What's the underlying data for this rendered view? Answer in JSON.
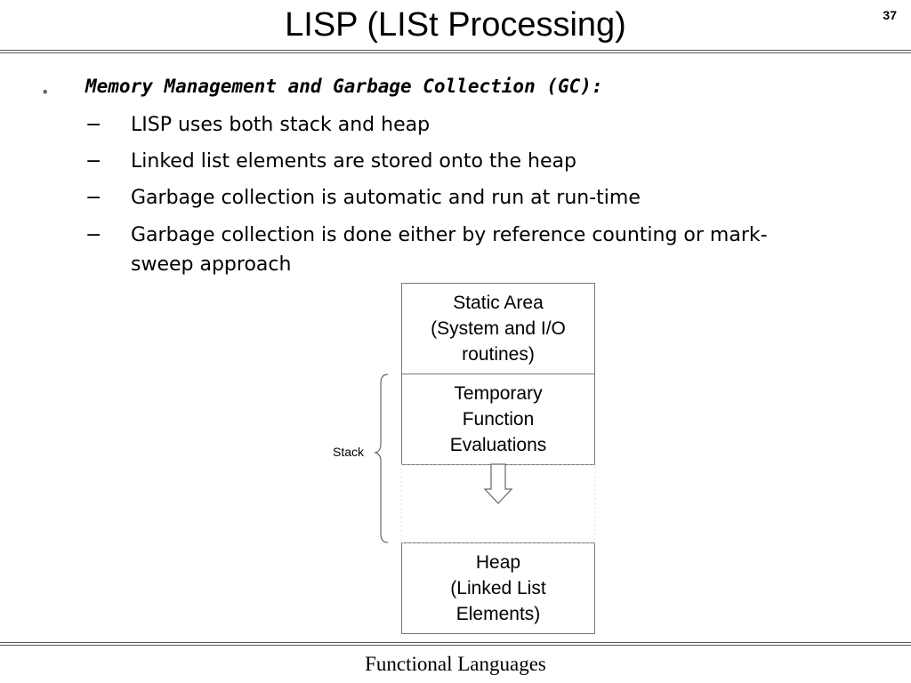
{
  "slide": {
    "title": "LISP (LISt Processing)",
    "number": "37",
    "bullet": "Memory Management and Garbage Collection (GC):",
    "subitems": [
      "LISP uses both stack and heap",
      "Linked list elements are stored onto the heap",
      "Garbage collection is automatic and run at run-time"
    ],
    "last_item": {
      "line1": "Garbage collection is done either by reference counting or mark-",
      "line2": "sweep approach"
    },
    "dash": "−"
  },
  "diagram": {
    "static_area": [
      "Static Area",
      "(System and I/O",
      "routines)"
    ],
    "temporary": [
      "Temporary",
      "Function",
      "Evaluations"
    ],
    "heap": [
      "Heap",
      "(Linked List",
      "Elements)"
    ],
    "stack_label": "Stack"
  },
  "footer": {
    "text": "Functional Languages"
  }
}
